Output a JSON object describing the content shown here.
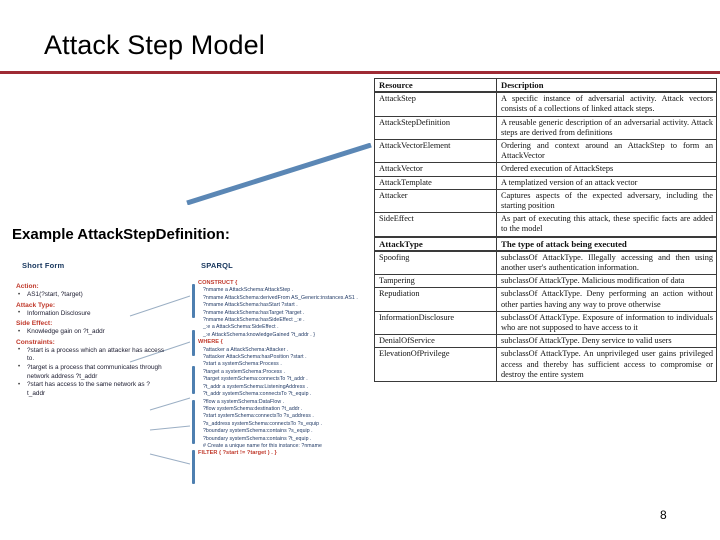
{
  "slide": {
    "title": "Attack Step Model",
    "page_number": "8",
    "accent_rule_color": "#9E2A34",
    "pointer_color": "#5B87B5"
  },
  "left": {
    "subtitle": "Example AttackStepDefinition:",
    "figure": {
      "column_headers": {
        "short_form": "Short Form",
        "sparql": "SPARQL"
      },
      "short_form": [
        {
          "label": "Action:",
          "items": [
            "AS1(?start, ?target)"
          ]
        },
        {
          "label": "Attack Type:",
          "items": [
            "Information Disclosure"
          ]
        },
        {
          "label": "Side Effect:",
          "items": [
            "Knowledge gain on ?t_addr"
          ]
        },
        {
          "label": "Constraints:",
          "items": [
            "?start is a process which an attacker has access to.",
            "?target is a process that communicates through network address ?t_addr",
            "?start has access to the same network as ?t_addr"
          ]
        }
      ],
      "sparql_lines": [
        "CONSTRUCT {",
        "?nmame a AttackSchema:AttackStep .",
        "?nmame AttackSchema:derivedFrom AS_Generic:instances.AS1 .",
        "?nmame AttackSchema:hasStart ?start .",
        "?nmame AttackSchema:hasTarget ?target .",
        "?nmame AttackSchema:hasSideEffect _:e .",
        "_:e a AttackSchema:SideEffect .",
        "_:e AttackSchema:knowledgeGained ?t_addr . }",
        "WHERE {",
        "?attacker a AttackSchema:Attacker .",
        "?attacker AttackSchema:hasPosition ?start .",
        "?start a systemSchema:Process .",
        "?target a systemSchema:Process .",
        "?target systemSchema:connectsTo ?t_addr .",
        "?t_addr a systemSchema:ListeningAddress .",
        "?t_addr systemSchema:connectsTo ?t_equip .",
        "?flow a systemSchema:DataFlow .",
        "?flow systemSchema:destination ?t_addr .",
        "?start systemSchema:connectsTo ?s_address .",
        "?s_address systemSchema:connectsTo ?s_equip .",
        "?boundary systemSchema:contains ?s_equip .",
        "?boundary systemSchema:contains ?t_equip .",
        "# Create a unique name for this instance: ?nmame",
        "FILTER ( ?start != ?target ) . }"
      ],
      "sparql_keyword_lines": [
        0,
        8,
        23
      ]
    }
  },
  "table": {
    "headers": [
      "Resource",
      "Description"
    ],
    "rows": [
      {
        "resource": "AttackStep",
        "description": "A specific instance of adversarial activity. Attack vectors consists of a collections of linked attack steps.",
        "section": false
      },
      {
        "resource": "AttackStepDefinition",
        "description": "A reusable generic description of an adversarial activity. Attack steps are derived from definitions",
        "section": false
      },
      {
        "resource": "AttackVectorElement",
        "description": "Ordering and context around an AttackStep to form an AttackVector",
        "section": false
      },
      {
        "resource": "AttackVector",
        "description": "Ordered execution of AttackSteps",
        "section": false
      },
      {
        "resource": "AttackTemplate",
        "description": "A templatized version of an attack vector",
        "section": false
      },
      {
        "resource": "Attacker",
        "description": "Captures aspects of the expected adversary, including the starting position",
        "section": false
      },
      {
        "resource": "SideEffect",
        "description": "As part of executing this attack, these specific facts are added to the model",
        "section": false
      },
      {
        "resource": "AttackType",
        "description": "The type of attack being executed",
        "section": true
      },
      {
        "resource": "Spoofing",
        "description": "subclassOf AttackType. Illegally accessing and then using another user's authentication information.",
        "section": false
      },
      {
        "resource": "Tampering",
        "description": "subclassOf AttackType. Malicious modification of data",
        "section": false
      },
      {
        "resource": "Repudiation",
        "description": "subclassOf AttackType. Deny performing an action without other parties having any way to prove otherwise",
        "section": false
      },
      {
        "resource": "InformationDisclosure",
        "description": "subclassOf AttackType. Exposure of information to individuals who are not supposed to have access to it",
        "section": false
      },
      {
        "resource": "DenialOfService",
        "description": "subclassOf AttackType. Deny service to valid users",
        "section": false
      },
      {
        "resource": "ElevationOfPrivilege",
        "description": "subclassOf AttackType. An unprivileged user gains privileged access and thereby has sufficient access to compromise or destroy the entire system",
        "section": false
      }
    ]
  }
}
